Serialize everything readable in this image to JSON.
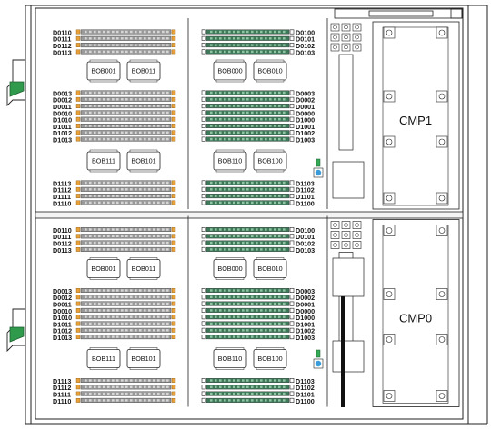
{
  "board": {
    "colors": {
      "line": "#222222",
      "dimm_gray": "#9a9a9a",
      "dimm_green": "#3e7a5a",
      "tab_orange": "#e8a13a",
      "latch_green": "#2f9a4c",
      "led_blue": "#3a9bd8",
      "led_green": "#33aa55"
    },
    "halves": [
      {
        "name": "upper",
        "cmp_label": "CMP1",
        "left_groups": [
          [
            "D0110",
            "D0111",
            "D0112",
            "D0113"
          ],
          [
            "D0013",
            "D0012",
            "D0011",
            "D0010",
            "D1010",
            "D1011",
            "D1012",
            "D1013"
          ],
          [
            "D1113",
            "D1112",
            "D1111",
            "D1110"
          ]
        ],
        "right_groups": [
          [
            "D0100",
            "D0101",
            "D0102",
            "D0103"
          ],
          [
            "D0003",
            "D0002",
            "D0001",
            "D0000",
            "D1000",
            "D1001",
            "D1002",
            "D1003"
          ],
          [
            "D1103",
            "D1102",
            "D1101",
            "D1100"
          ]
        ],
        "left_bobs": [
          [
            "BOB001",
            "BOB011"
          ],
          [
            "BOB111",
            "BOB101"
          ]
        ],
        "right_bobs": [
          [
            "BOB000",
            "BOB010"
          ],
          [
            "BOB110",
            "BOB100"
          ]
        ]
      },
      {
        "name": "lower",
        "cmp_label": "CMP0",
        "left_groups": [
          [
            "D0110",
            "D0111",
            "D0112",
            "D0113"
          ],
          [
            "D0013",
            "D0012",
            "D0011",
            "D0010",
            "D1010",
            "D1011",
            "D1012",
            "D1013"
          ],
          [
            "D1113",
            "D1112",
            "D1111",
            "D1110"
          ]
        ],
        "right_groups": [
          [
            "D0100",
            "D0101",
            "D0102",
            "D0103"
          ],
          [
            "D0003",
            "D0002",
            "D0001",
            "D0000",
            "D1000",
            "D1001",
            "D1002",
            "D1003"
          ],
          [
            "D1103",
            "D1102",
            "D1101",
            "D1100"
          ]
        ],
        "left_bobs": [
          [
            "BOB001",
            "BOB011"
          ],
          [
            "BOB111",
            "BOB101"
          ]
        ],
        "right_bobs": [
          [
            "BOB000",
            "BOB010"
          ],
          [
            "BOB110",
            "BOB100"
          ]
        ]
      }
    ]
  }
}
